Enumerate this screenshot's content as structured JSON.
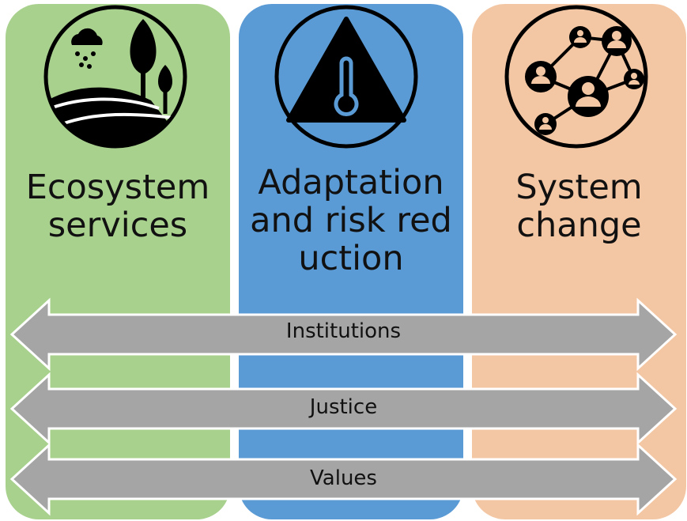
{
  "pillars": [
    {
      "title": "Ecosystem services",
      "icon": "landscape-rain-trees-icon",
      "color": "#a9d18e"
    },
    {
      "title": "Adaptation and risk reduction",
      "icon": "warning-thermometer-icon",
      "color": "#5b9bd5"
    },
    {
      "title": "System change",
      "icon": "people-network-icon",
      "color": "#f4c7a4"
    }
  ],
  "arrows": [
    {
      "label": "Institutions"
    },
    {
      "label": "Justice"
    },
    {
      "label": "Values"
    }
  ],
  "colors": {
    "arrow_fill": "#a5a5a5",
    "arrow_stroke": "#ffffff"
  }
}
